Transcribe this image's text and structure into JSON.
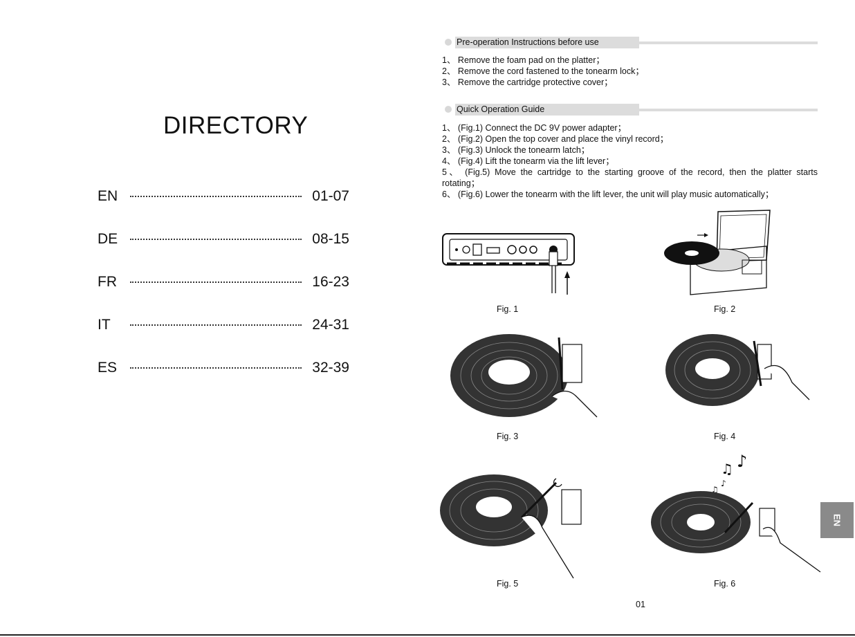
{
  "directory": {
    "title": "DIRECTORY",
    "entries": [
      {
        "code": "EN",
        "pages": "01-07"
      },
      {
        "code": "DE",
        "pages": "08-15"
      },
      {
        "code": "FR",
        "pages": "16-23"
      },
      {
        "code": "IT",
        "pages": "24-31"
      },
      {
        "code": "ES",
        "pages": "32-39"
      }
    ]
  },
  "pre_operation": {
    "heading": "Pre-operation Instructions before use",
    "steps": [
      "1、 Remove the foam pad on the platter；",
      "2、 Remove the cord fastened to the tonearm lock；",
      "3、 Remove the cartridge protective cover；"
    ]
  },
  "quick_guide": {
    "heading": "Quick Operation Guide",
    "steps": [
      "1、 (Fig.1) Connect the DC 9V power adapter；",
      "2、 (Fig.2) Open the top cover and place the vinyl record；",
      "3、 (Fig.3) Unlock the tonearm latch；",
      "4、 (Fig.4) Lift the tonearm via the lift lever；",
      "5、 (Fig.5) Move the cartridge to the starting groove of the record, then the platter starts",
      "rotating；",
      "6、 (Fig.6) Lower the tonearm with the lift lever, the unit will play music automatically；"
    ]
  },
  "figures": {
    "fig1": "Fig. 1",
    "fig2": "Fig. 2",
    "fig3": "Fig. 3",
    "fig4": "Fig. 4",
    "fig5": "Fig. 5",
    "fig6": "Fig. 6"
  },
  "page_number": "01",
  "language_tab": "EN"
}
